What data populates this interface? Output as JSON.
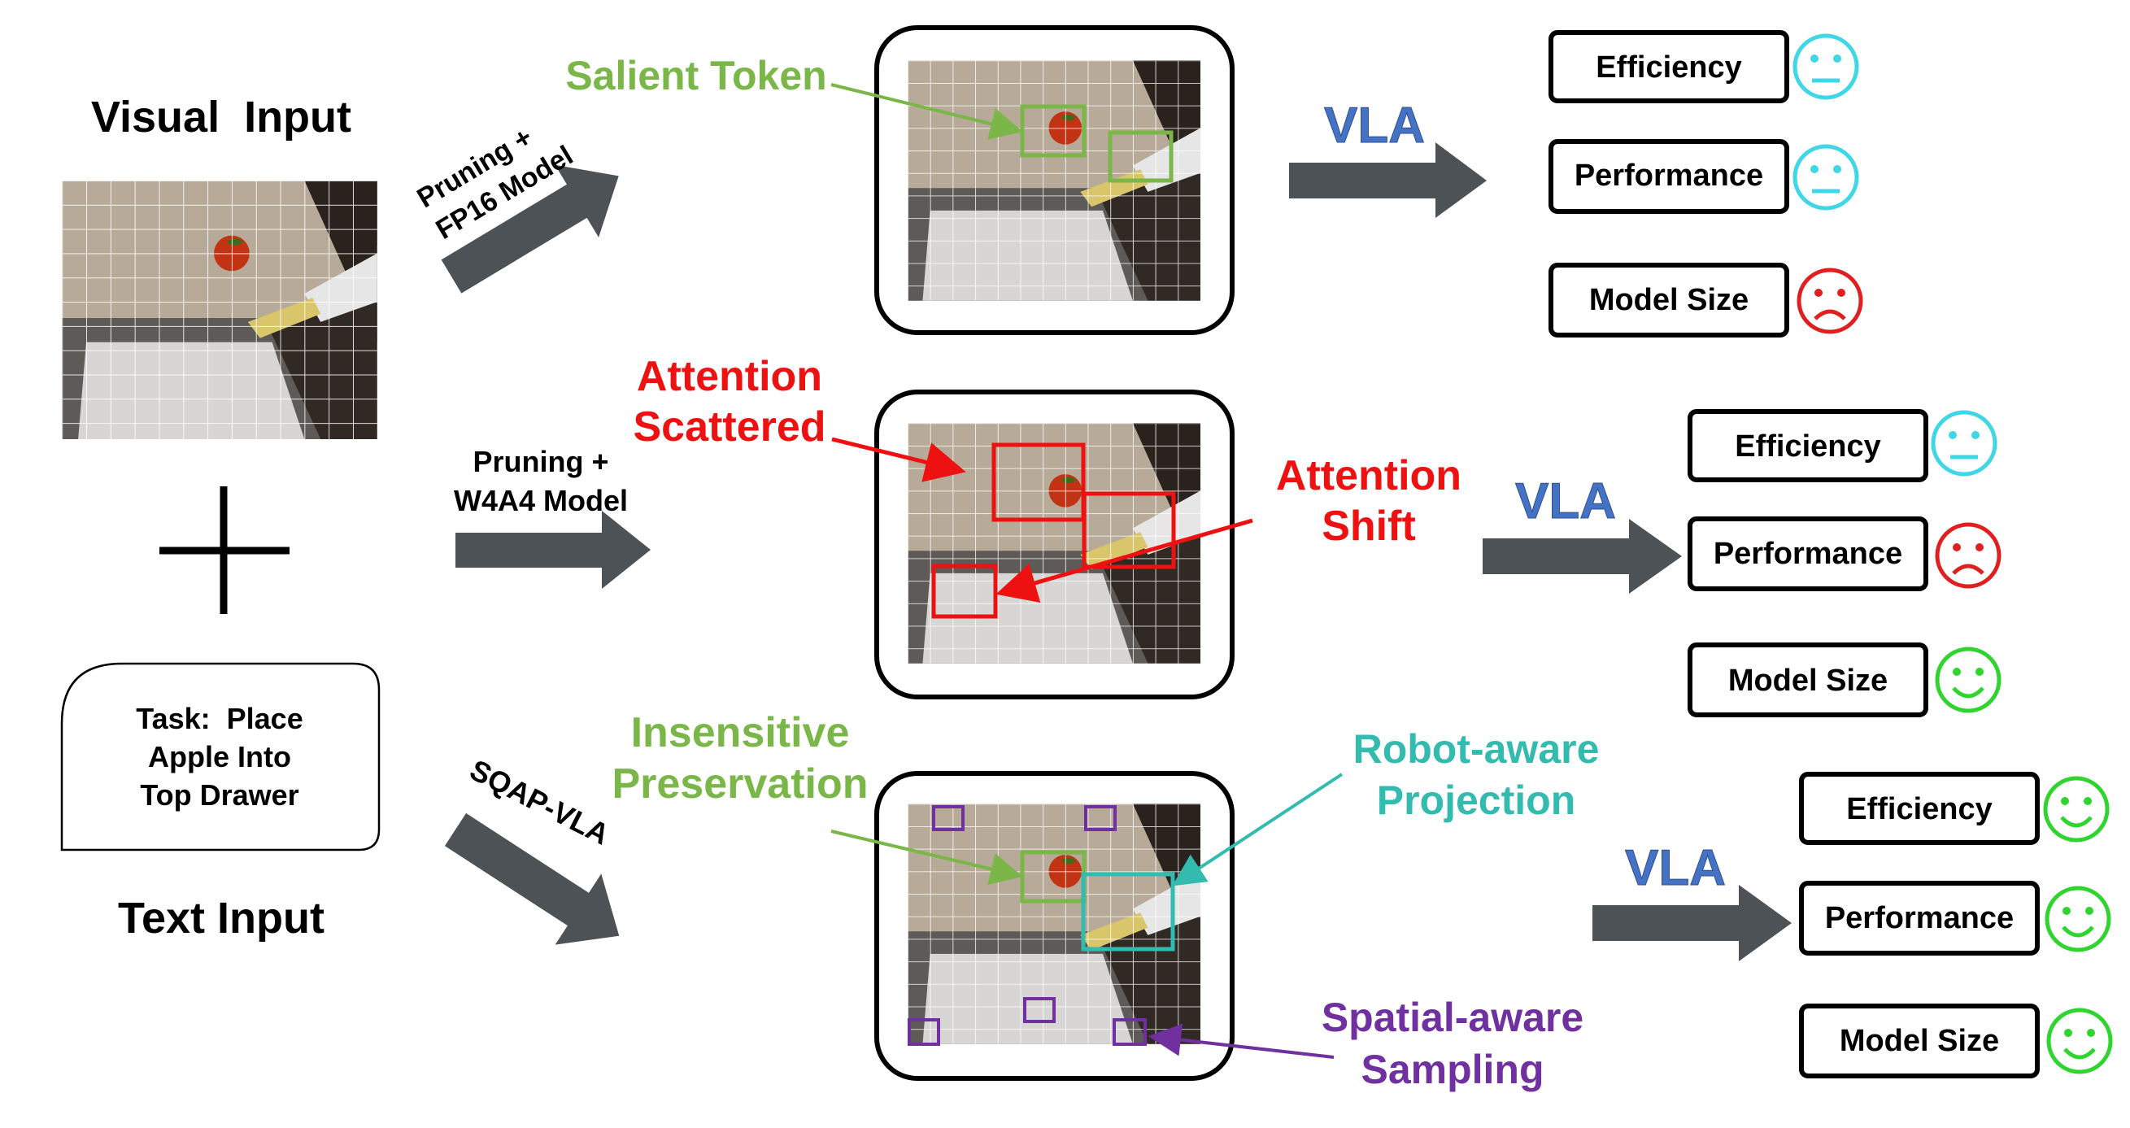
{
  "inputs": {
    "visual_label": "Visual  Input",
    "text_label": "Text Input",
    "task_lines": [
      "Task:  Place",
      "Apple Into",
      "Top Drawer"
    ]
  },
  "rows": [
    {
      "method_lines": [
        "Pruning +",
        "FP16 Model"
      ],
      "vla_label": "VLA",
      "metrics": [
        {
          "label": "Efficiency",
          "face": "neutral",
          "color": "#3fd6e6"
        },
        {
          "label": "Performance",
          "face": "neutral",
          "color": "#3fd6e6"
        },
        {
          "label": "Model Size",
          "face": "sad",
          "color": "#e02020"
        }
      ]
    },
    {
      "method_lines": [
        "Pruning +",
        "W4A4 Model"
      ],
      "vla_label": "VLA",
      "metrics": [
        {
          "label": "Efficiency",
          "face": "neutral",
          "color": "#3fd6e6"
        },
        {
          "label": "Performance",
          "face": "sad",
          "color": "#e02020"
        },
        {
          "label": "Model Size",
          "face": "happy",
          "color": "#2fd42f"
        }
      ]
    },
    {
      "method_lines": [
        "SQAP-VLA"
      ],
      "vla_label": "VLA",
      "metrics": [
        {
          "label": "Efficiency",
          "face": "happy",
          "color": "#2fd42f"
        },
        {
          "label": "Performance",
          "face": "happy",
          "color": "#2fd42f"
        },
        {
          "label": "Model Size",
          "face": "happy",
          "color": "#2fd42f"
        }
      ]
    }
  ],
  "annotations": {
    "salient": "Salient Token",
    "scattered": [
      "Attention",
      "Scattered"
    ],
    "shift": [
      "Attention",
      "Shift"
    ],
    "insensitive": [
      "Insensitive",
      "Preservation"
    ],
    "robot_aware": [
      "Robot-aware",
      "Projection"
    ],
    "spatial_aware": [
      "Spatial-aware",
      "Sampling"
    ]
  },
  "colors": {
    "green": "#7ab648",
    "red": "#ee1111",
    "teal": "#33bbb0",
    "purple": "#7030a0",
    "vla_blue": "#4472c4",
    "arrow_gray": "#4d5256"
  }
}
